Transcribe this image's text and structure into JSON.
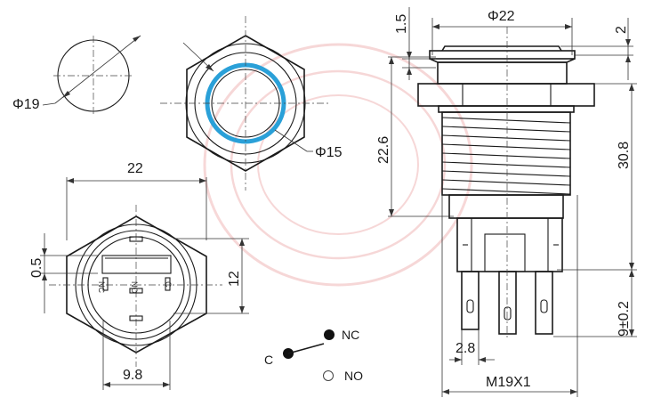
{
  "dimensions": {
    "d19": "Φ19",
    "d15": "Φ15",
    "d22": "Φ22",
    "w22": "22",
    "h05": "0.5",
    "h12": "12",
    "w98": "9.8",
    "h15": "1.5",
    "h2": "2",
    "h226": "22.6",
    "h308": "30.8",
    "h9": "9±0.2",
    "w28": "2.8",
    "thread": "M19X1"
  },
  "pins": {
    "nc": "NC",
    "no": "NO",
    "c": "C"
  },
  "circuit": {
    "c": "C",
    "nc": "NC",
    "no": "NO"
  },
  "colors": {
    "ring": "#2aa0d8",
    "line": "#1a1a1a",
    "watermark": "#e89090"
  }
}
